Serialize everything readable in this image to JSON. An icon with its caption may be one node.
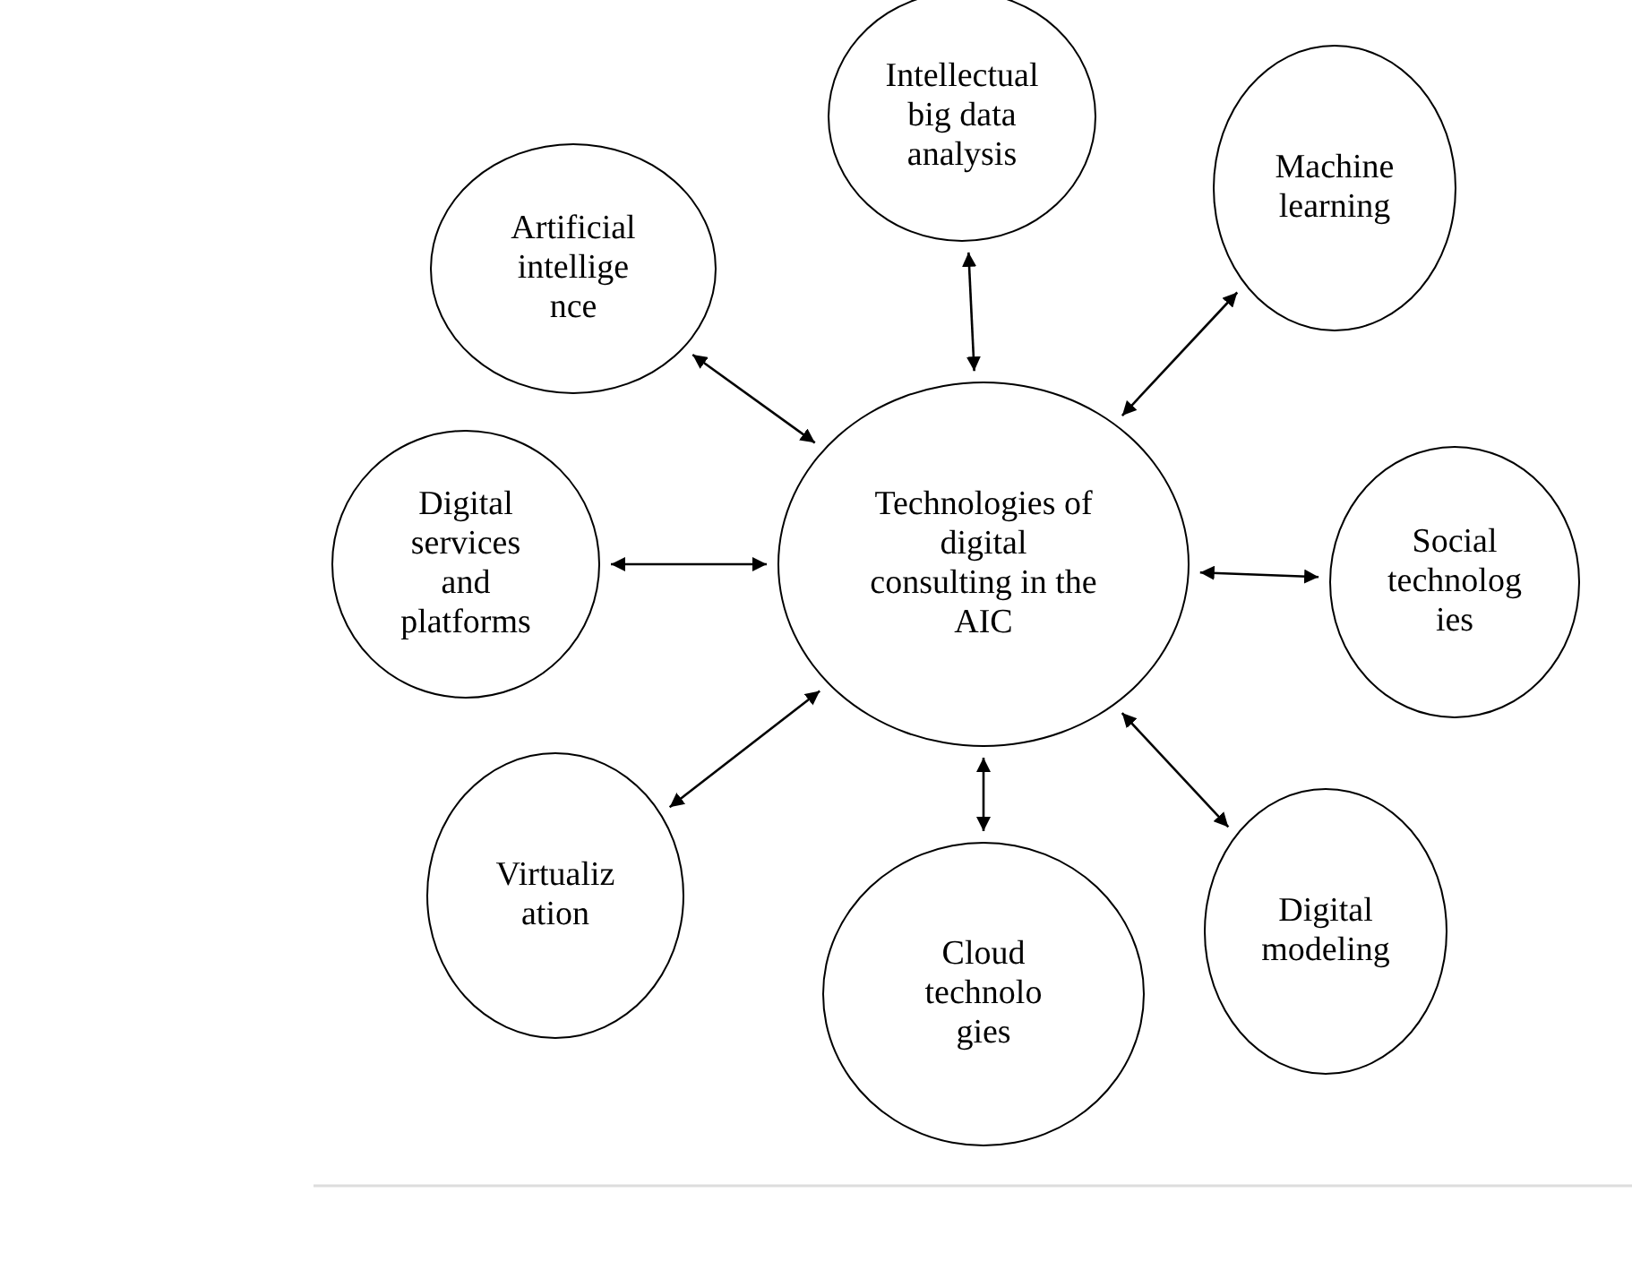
{
  "diagram": {
    "nodes": [
      {
        "text": [
          "Artificial intellige nce"
        ]
      },
      {
        "text": [
          "Intellectual big data analysis"
        ]
      },
      {
        "text": [
          "Machine learning"
        ]
      },
      {
        "text": [
          "Digital services and platforms"
        ]
      },
      {
        "text": [
          "Technologies of digital consulting in the AIC"
        ]
      },
      {
        "text": [
          "Social technolog ies"
        ]
      },
      {
        "text": [
          "Virtualiz ation"
        ]
      },
      {
        "text": [
          "Cloud technolo gies"
        ]
      },
      {
        "text": [
          "Digital modeling"
        ]
      }
    ],
    "edges": [
      {
        "from": 4,
        "to": 0,
        "arrow": "both"
      },
      {
        "from": 4,
        "to": 1,
        "arrow": "both"
      },
      {
        "from": 4,
        "to": 2,
        "arrow": "both"
      },
      {
        "from": 4,
        "to": 3,
        "arrow": "both"
      },
      {
        "from": 4,
        "to": 5,
        "arrow": "both"
      },
      {
        "from": 4,
        "to": 6,
        "arrow": "both"
      },
      {
        "from": 4,
        "to": 7,
        "arrow": "both"
      },
      {
        "from": 4,
        "to": 8,
        "arrow": "both"
      }
    ]
  }
}
